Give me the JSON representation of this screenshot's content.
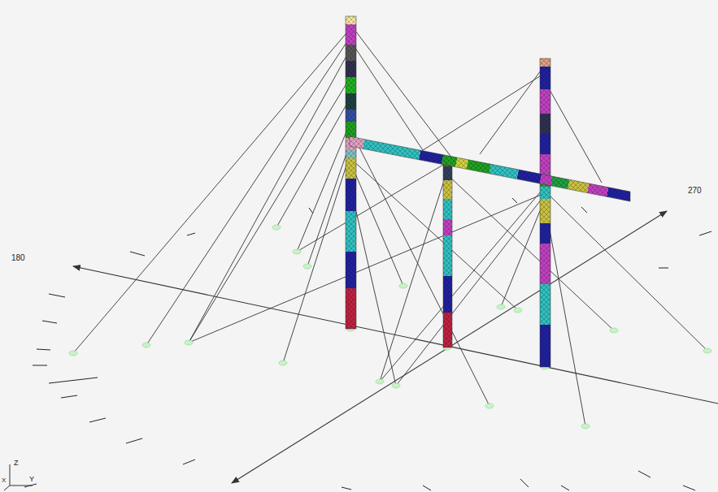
{
  "diagram": {
    "labels": [
      "180",
      "270",
      "Z",
      "X",
      "Y"
    ]
  }
}
